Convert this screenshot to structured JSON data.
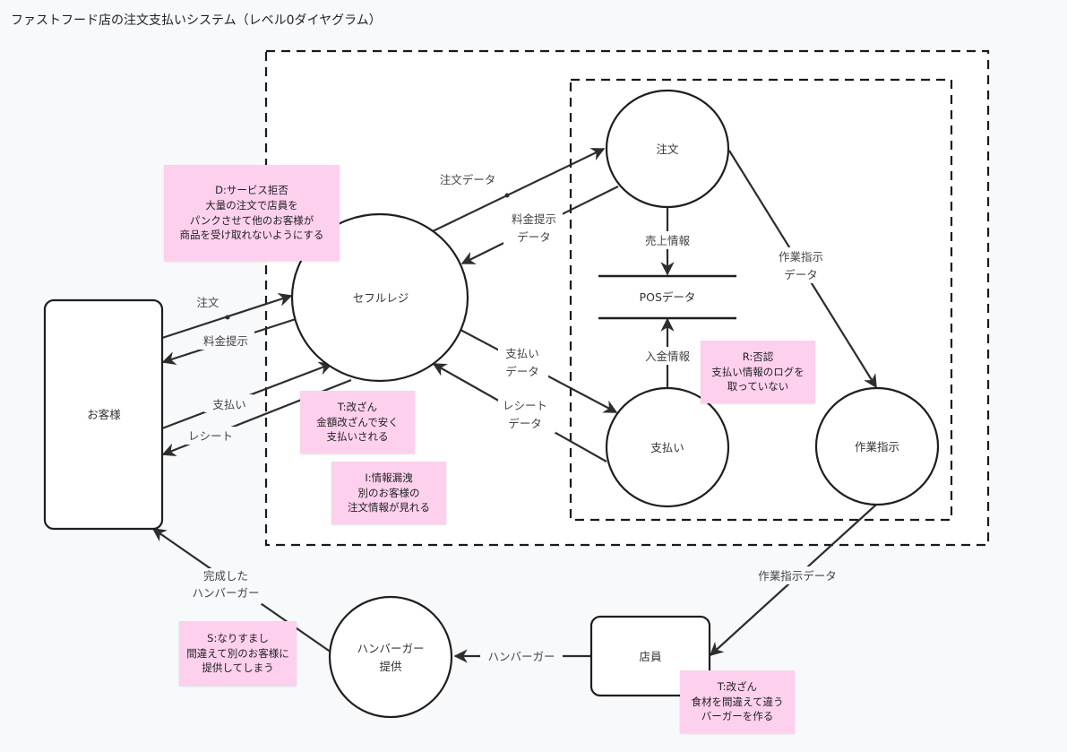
{
  "title": "ファストフード店の注文支払いシステム（レベル0ダイヤグラム）",
  "colors": {
    "line": "#2d2d2d",
    "sticky": "#fdd0ee",
    "canvas": "#f8f9fb",
    "node_fill": "#ffffff"
  },
  "entities": {
    "customer": "お客様",
    "clerk": "店員"
  },
  "processes": {
    "self_register": "セフルレジ",
    "order": "注文",
    "payment": "支払い",
    "work_instruction": "作業指示",
    "burger_serving_1": "ハンバーガー",
    "burger_serving_2": "提供"
  },
  "datastore": {
    "pos": "POSデータ"
  },
  "flows": {
    "order": "注文",
    "price_display": "料金提示",
    "pay": "支払い",
    "receipt": "レシート",
    "order_data": "注文データ",
    "price_data_1": "料金提示",
    "price_data_2": "データ",
    "pay_data_1": "支払い",
    "pay_data_2": "データ",
    "receipt_data_1": "レシート",
    "receipt_data_2": "データ",
    "sales_info": "売上情報",
    "deposit_info": "入金情報",
    "work_data_1": "作業指示",
    "work_data_2": "データ",
    "work_data_full": "作業指示データ",
    "hamburger": "ハンバーガー",
    "done_1": "完成した",
    "done_2": "ハンバーガー"
  },
  "threats": [
    {
      "id": "D",
      "text": "D:サービス拒否\n大量の注文で店員を\nパンクさせて他のお客様が\n商品を受け取れないようにする"
    },
    {
      "id": "T1",
      "text": "T:改ざん\n金額改ざんで安く\n支払いされる"
    },
    {
      "id": "I",
      "text": "I:情報漏洩\n別のお客様の\n注文情報が見れる"
    },
    {
      "id": "R",
      "text": "R:否認\n支払い情報のログを\n取っていない"
    },
    {
      "id": "S",
      "text": "S:なりすまし\n間違えて別のお客様に\n提供してしまう"
    },
    {
      "id": "T2",
      "text": "T:改ざん\n食材を間違えて違う\nバーガーを作る"
    }
  ]
}
